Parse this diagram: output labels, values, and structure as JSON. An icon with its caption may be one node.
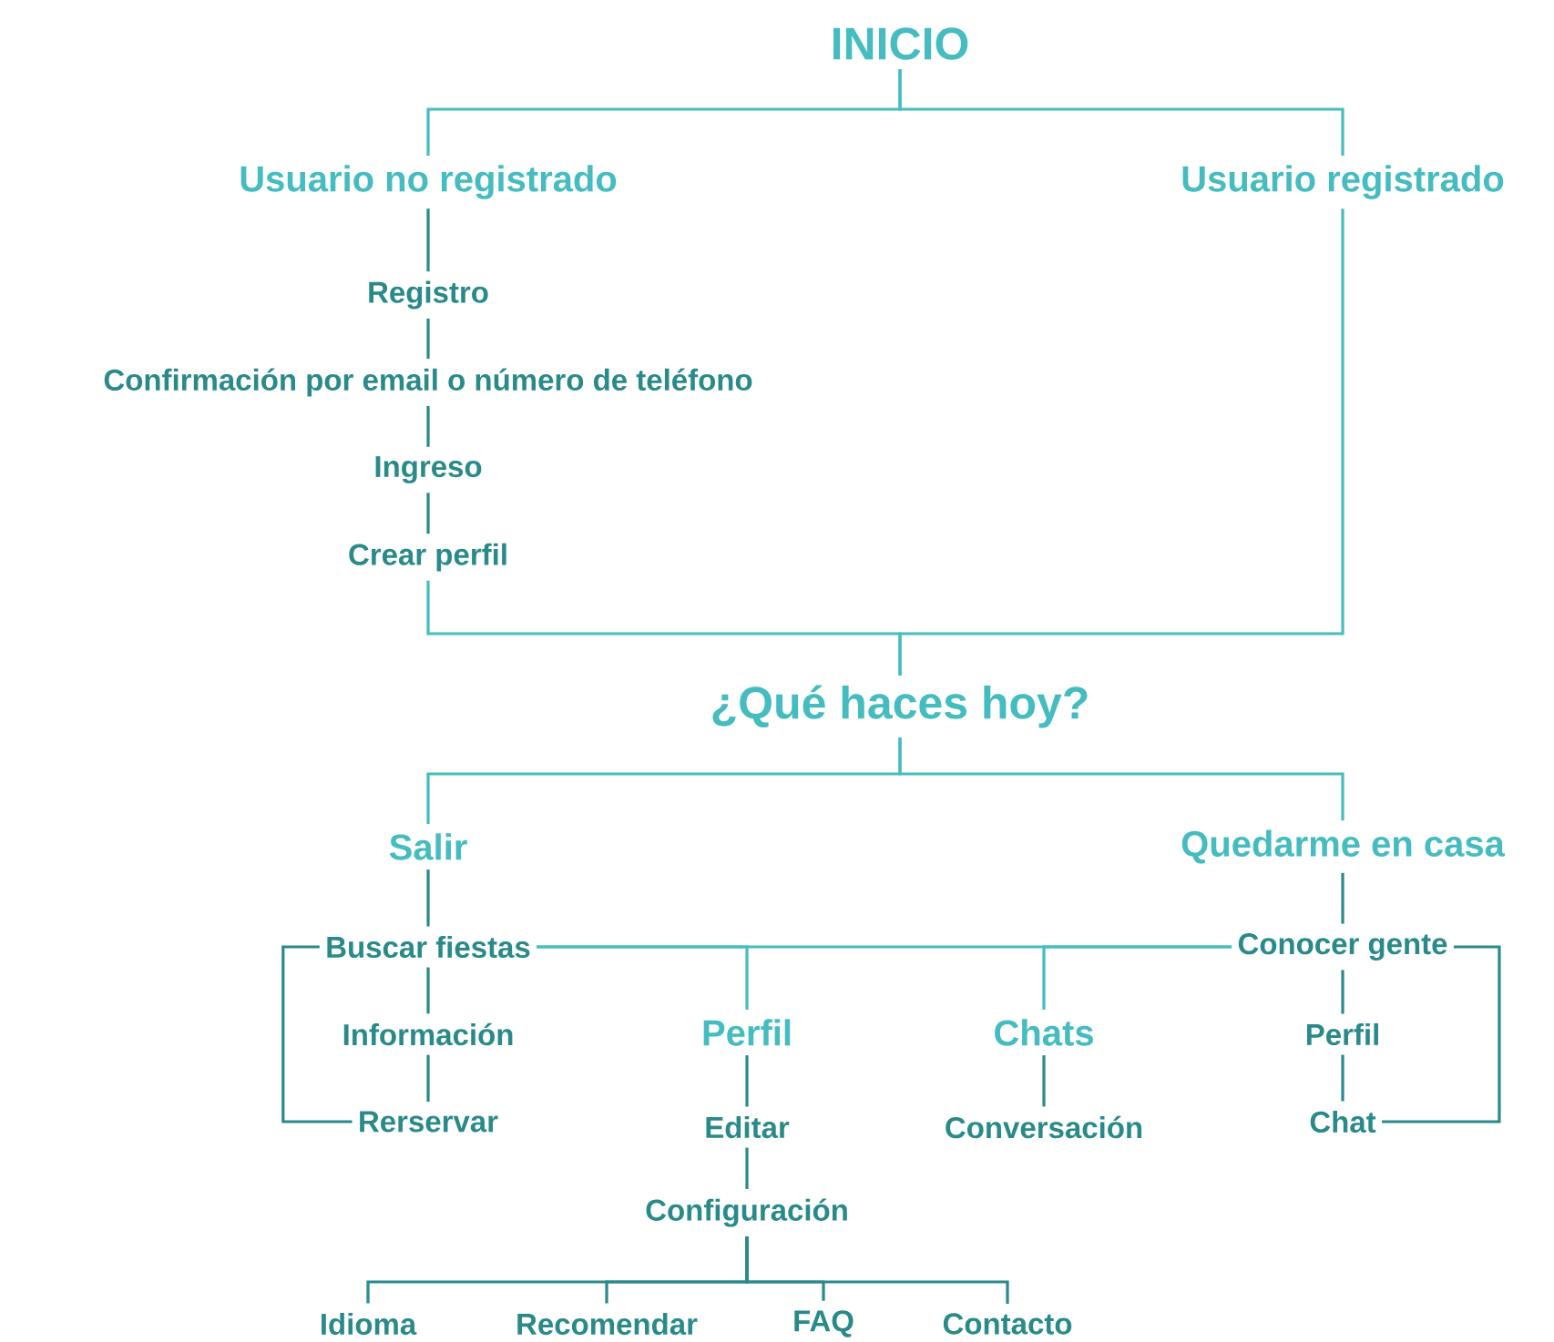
{
  "diagram": {
    "nodes": [
      {
        "text": [
          "INICIO"
        ]
      },
      {
        "text": [
          "Usuario no registrado"
        ]
      },
      {
        "text": [
          "Usuario registrado"
        ]
      },
      {
        "text": [
          "Registro"
        ]
      },
      {
        "text": [
          "Confirmación por email o número de teléfono"
        ]
      },
      {
        "text": [
          "Ingreso"
        ]
      },
      {
        "text": [
          "Crear perfil"
        ]
      },
      {
        "text": [
          "¿Qué haces hoy?"
        ]
      },
      {
        "text": [
          "Salir"
        ]
      },
      {
        "text": [
          "Quedarme en casa"
        ]
      },
      {
        "text": [
          "Buscar fiestas"
        ]
      },
      {
        "text": [
          "Información"
        ]
      },
      {
        "text": [
          "Rerservar"
        ]
      },
      {
        "text": [
          "Perfil"
        ]
      },
      {
        "text": [
          "Chats"
        ]
      },
      {
        "text": [
          "Conocer gente"
        ]
      },
      {
        "text": [
          "Perfil"
        ]
      },
      {
        "text": [
          "Chat"
        ]
      },
      {
        "text": [
          "Editar"
        ]
      },
      {
        "text": [
          "Conversación"
        ]
      },
      {
        "text": [
          "Configuración"
        ]
      },
      {
        "text": [
          "Idioma"
        ]
      },
      {
        "text": [
          "Recomendar"
        ]
      },
      {
        "text": [
          "FAQ"
        ]
      },
      {
        "text": [
          "Contacto"
        ]
      }
    ],
    "edges": [
      {
        "from": 0,
        "to": 1,
        "arrow": "none",
        "color": "#45bcc0"
      },
      {
        "from": 0,
        "to": 2,
        "arrow": "none",
        "color": "#45bcc0"
      },
      {
        "from": 1,
        "to": 3,
        "arrow": "none"
      },
      {
        "from": 3,
        "to": 4,
        "arrow": "none"
      },
      {
        "from": 4,
        "to": 5,
        "arrow": "none"
      },
      {
        "from": 5,
        "to": 6,
        "arrow": "none"
      },
      {
        "from": 6,
        "to": 7,
        "arrow": "none",
        "color": "#45bcc0"
      },
      {
        "from": 2,
        "to": 7,
        "arrow": "none",
        "color": "#45bcc0"
      },
      {
        "from": 7,
        "to": 8,
        "arrow": "none",
        "color": "#45bcc0"
      },
      {
        "from": 7,
        "to": 9,
        "arrow": "none",
        "color": "#45bcc0"
      },
      {
        "from": 8,
        "to": 10,
        "arrow": "none"
      },
      {
        "from": 9,
        "to": 15,
        "arrow": "none"
      },
      {
        "from": 10,
        "to": 11,
        "arrow": "none"
      },
      {
        "from": 11,
        "to": 12,
        "arrow": "none"
      },
      {
        "from": 10,
        "to": 12,
        "arrow": "none"
      },
      {
        "from": 10,
        "to": 15,
        "arrow": "none",
        "color": "#45bcc0"
      },
      {
        "from": 10,
        "to": 13,
        "arrow": "none",
        "color": "#45bcc0"
      },
      {
        "from": 15,
        "to": 14,
        "arrow": "none",
        "color": "#45bcc0"
      },
      {
        "from": 15,
        "to": 16,
        "arrow": "none"
      },
      {
        "from": 16,
        "to": 17,
        "arrow": "none"
      },
      {
        "from": 15,
        "to": 17,
        "arrow": "none"
      },
      {
        "from": 13,
        "to": 18,
        "arrow": "none"
      },
      {
        "from": 18,
        "to": 20,
        "arrow": "none"
      },
      {
        "from": 14,
        "to": 19,
        "arrow": "none"
      },
      {
        "from": 20,
        "to": 21,
        "arrow": "none"
      },
      {
        "from": 20,
        "to": 22,
        "arrow": "none"
      },
      {
        "from": 20,
        "to": 23,
        "arrow": "none"
      },
      {
        "from": 20,
        "to": 24,
        "arrow": "none"
      }
    ]
  }
}
